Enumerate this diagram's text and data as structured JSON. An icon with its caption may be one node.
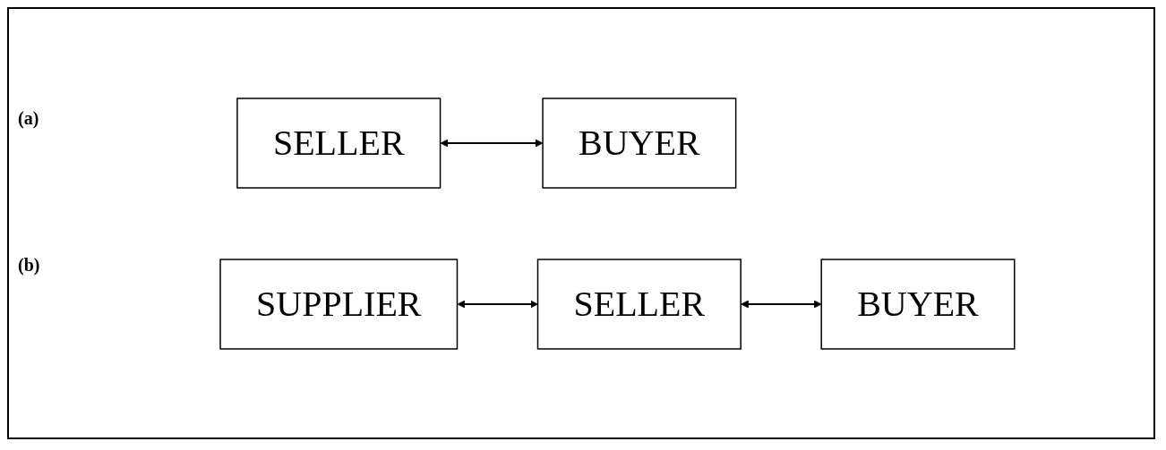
{
  "diagram": {
    "nodes": [
      {
        "text": [
          "SELLER"
        ]
      },
      {
        "text": [
          "BUYER"
        ]
      },
      {
        "text": [
          "SUPPLIER"
        ]
      },
      {
        "text": [
          "SELLER"
        ]
      },
      {
        "text": [
          "BUYER"
        ]
      }
    ],
    "edges": [
      {
        "from": 0,
        "to": 1,
        "arrow": "both"
      },
      {
        "from": 2,
        "to": 3,
        "arrow": "both"
      },
      {
        "from": 3,
        "to": 4,
        "arrow": "both"
      }
    ],
    "labels": [
      "(a)",
      "(b)"
    ]
  }
}
